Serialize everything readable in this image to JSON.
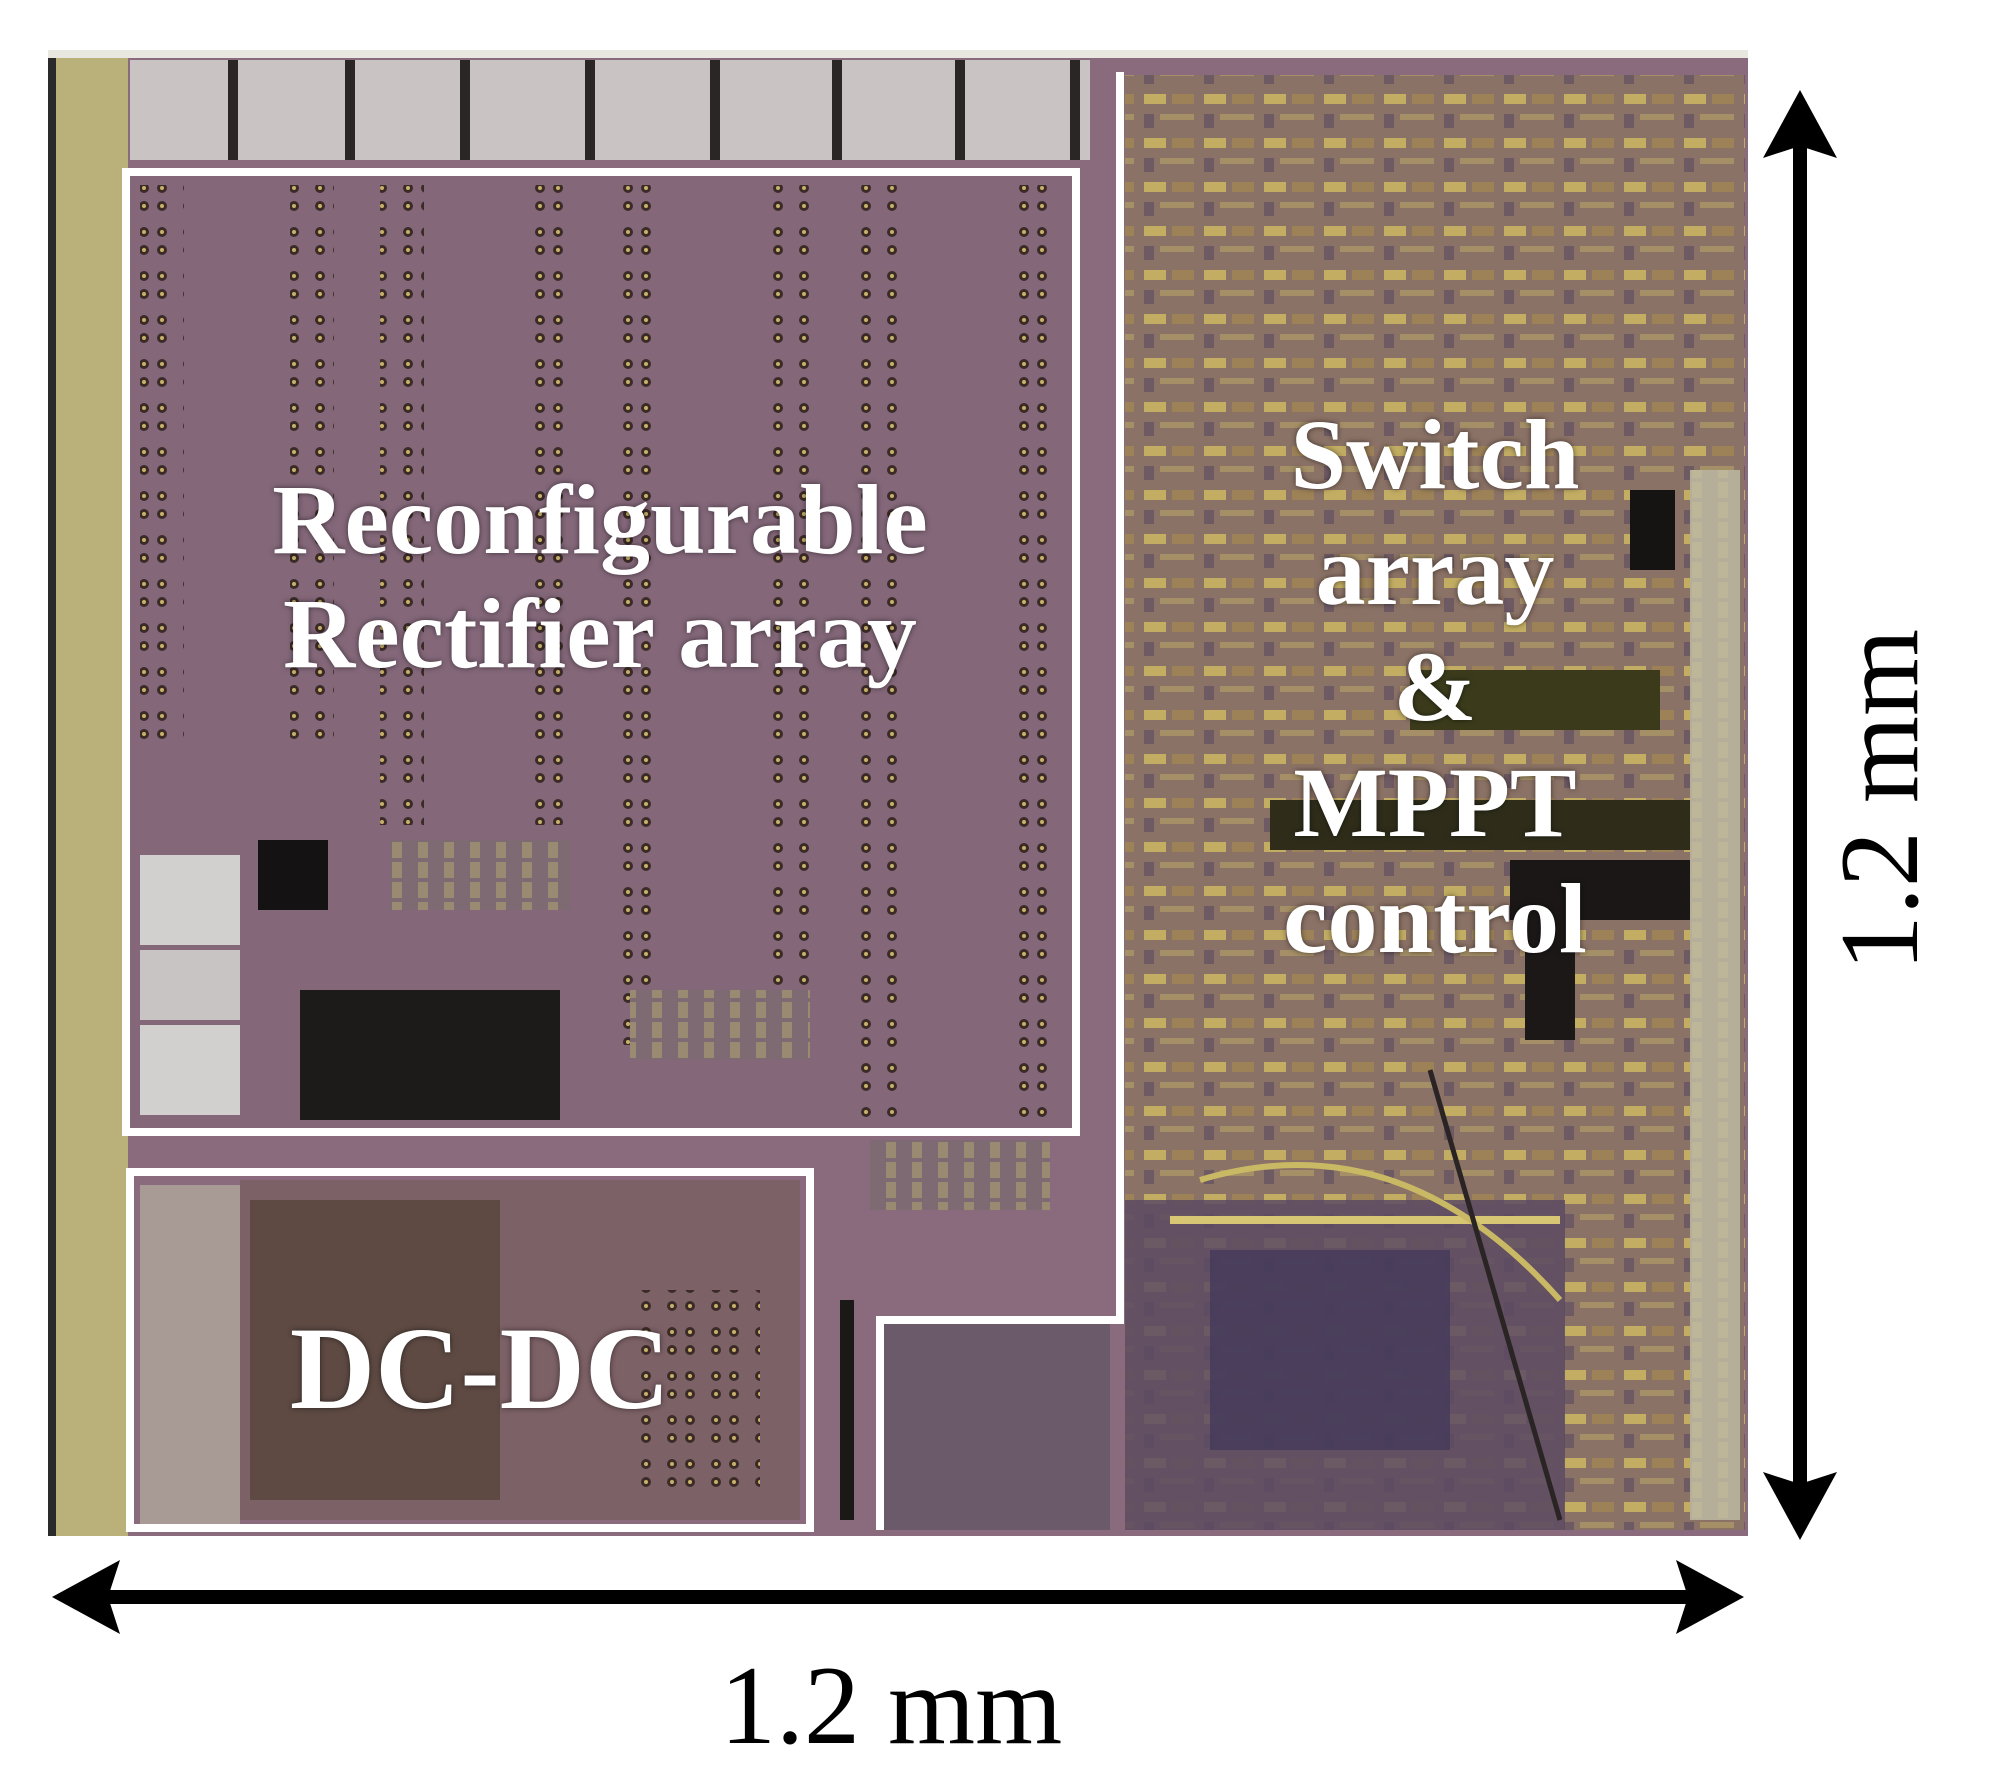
{
  "figure": {
    "type": "chip micrograph",
    "colors": {
      "die_purple": "#8a6a7e",
      "die_gold": "#b7a15c",
      "pad_gray": "#cfcfc8",
      "outline": "#ffffff",
      "arrow": "#000000"
    }
  },
  "labels": {
    "rectifier_line1": "Reconfigurable",
    "rectifier_line2": "Rectifier array",
    "dcdc": "DC-DC",
    "switch_line1": "Switch",
    "switch_line2": "array",
    "switch_line3": "&",
    "switch_line4": "MPPT",
    "switch_line5": "control"
  },
  "dimensions": {
    "width_label": "1.2 mm",
    "height_label": "1.2 mm"
  }
}
